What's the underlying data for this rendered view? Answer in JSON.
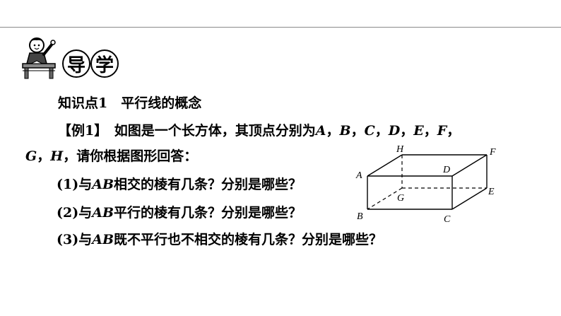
{
  "header": {
    "section_char_1": "导",
    "section_char_2": "学"
  },
  "content": {
    "knowledge_point": "知识点1　平行线的概念",
    "example_label": "【例1】",
    "example_text_1": "如图是一个长方体，其顶点分别为",
    "example_text_2": "，请你根据图形回答：",
    "vertices": [
      "A",
      "B",
      "C",
      "D",
      "E",
      "F",
      "G",
      "H"
    ],
    "separator": "，",
    "q_segment": "AB",
    "questions": [
      {
        "num": "(1)",
        "pre": "与",
        "post": "相交的棱有几条？分别是哪些？"
      },
      {
        "num": "(2)",
        "pre": "与",
        "post": "平行的棱有几条？分别是哪些？"
      },
      {
        "num": "(3)",
        "pre": "与",
        "post": "既不平行也不相交的棱有几条？分别是哪些？"
      }
    ]
  },
  "figure": {
    "labels": {
      "A": "A",
      "B": "B",
      "C": "C",
      "D": "D",
      "E": "E",
      "F": "F",
      "G": "G",
      "H": "H"
    }
  }
}
